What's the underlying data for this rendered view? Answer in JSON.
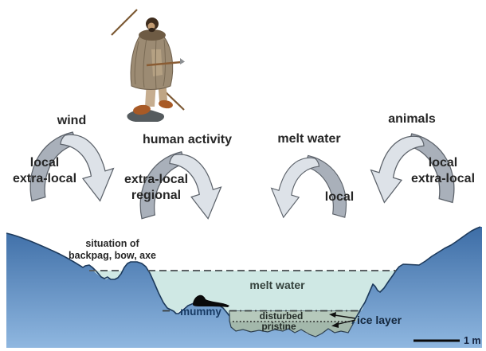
{
  "processes": [
    {
      "name": "wind",
      "scale_line1": "local",
      "scale_line2": "extra-local"
    },
    {
      "name": "human activity",
      "scale_line1": "extra-local",
      "scale_line2": "regional"
    },
    {
      "name": "melt water",
      "scale_line1": "local",
      "scale_line2": ""
    },
    {
      "name": "animals",
      "scale_line1": "local",
      "scale_line2": "extra-local"
    }
  ],
  "cross_section": {
    "situation_line1": "situation of",
    "situation_line2": "backpag, bow, axe",
    "melt_water": "melt water",
    "mummy": "mummy",
    "disturbed": "disturbed",
    "pristine": "pristine",
    "ice_layer": "ice layer",
    "scale_bar": "1 m"
  },
  "icons": {
    "iceman": "otzi-iceman-figure",
    "mummy": "mummy-silhouette-icon",
    "arch": "curved-ribbon-arrow-icon"
  },
  "colors": {
    "bedrock_top": "#3d6da6",
    "bedrock_bottom": "#8fb7e0",
    "outline": "#1d3a5c",
    "melt_water": "#cfe8e4",
    "ice_disturbed": "#b6c9bc",
    "ice_pristine": "#a3b8ab",
    "arch_dark": "#a9b0ba",
    "arch_light": "#dde2e8",
    "arch_outline": "#5d636b",
    "mummy_black": "#0a0a0a"
  }
}
